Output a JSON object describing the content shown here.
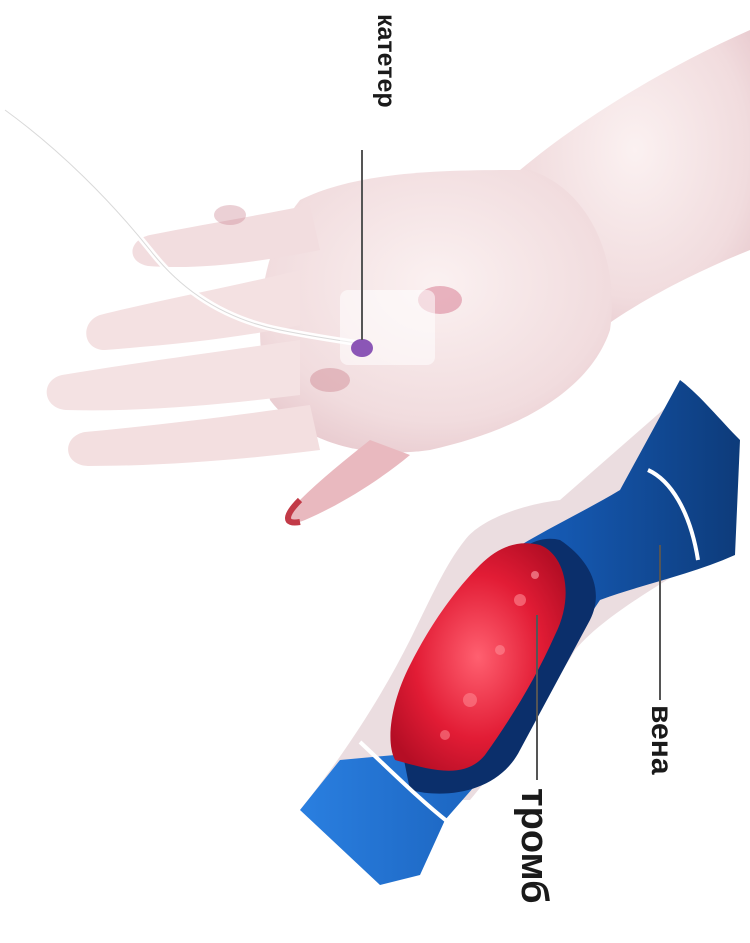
{
  "labels": {
    "catheter": "катетер",
    "vein": "вена",
    "thrombus": "тромб"
  },
  "colors": {
    "skin": "#f3dede",
    "skin_shadow": "#e3b7bd",
    "vein_blue": "#1f6fd0",
    "vein_dark": "#0b2f6b",
    "thrombus_red": "#e3213a",
    "leader_line": "#555555"
  }
}
